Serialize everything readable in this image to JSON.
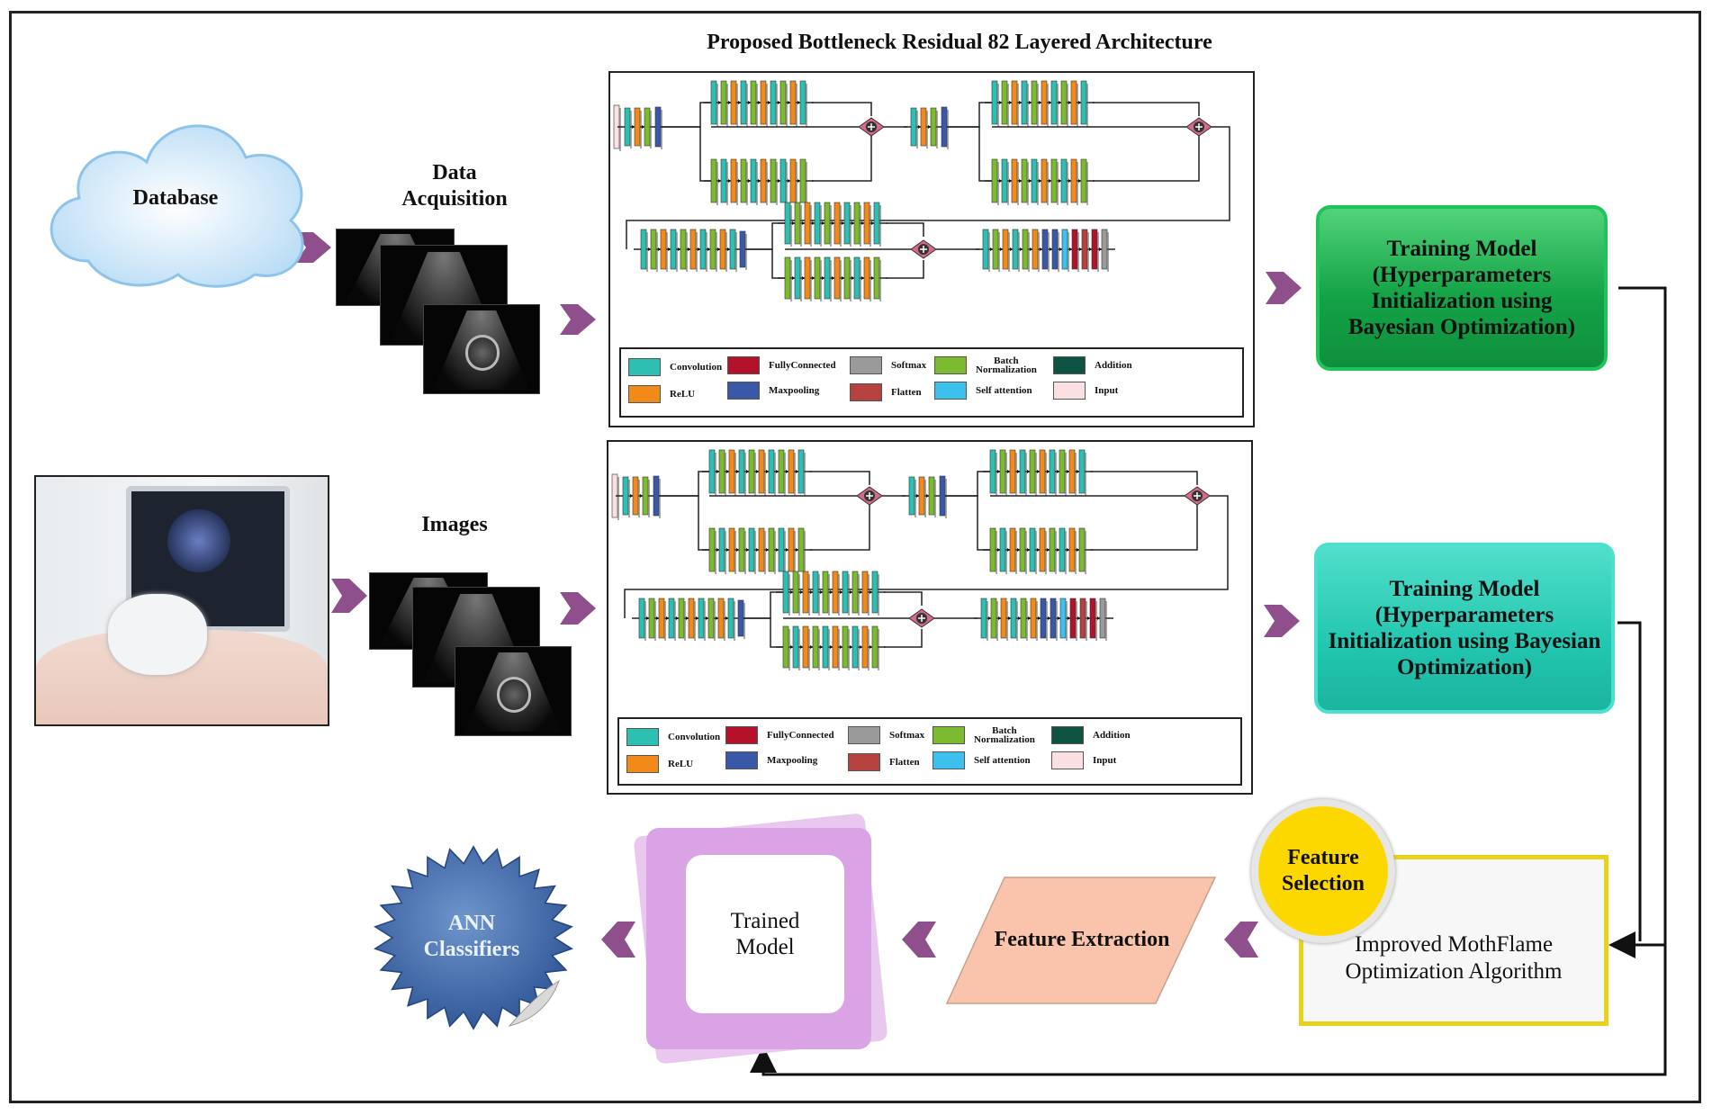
{
  "title": "Proposed Bottleneck Residual 82 Layered Architecture",
  "inputs": {
    "database": "Database",
    "data_acquisition": "Data\nAcquisition",
    "images": "Images"
  },
  "legend": [
    {
      "label": "Convolution",
      "color": "#2cbfb2"
    },
    {
      "label": "ReLU",
      "color": "#f28a1a"
    },
    {
      "label": "FullyConnected",
      "color": "#b3122a"
    },
    {
      "label": "Maxpooling",
      "color": "#3a58a8"
    },
    {
      "label": "Softmax",
      "color": "#9a9a9a"
    },
    {
      "label": "Flatten",
      "color": "#b5423e"
    },
    {
      "label": "Batch\nNormalization",
      "color": "#7cbb30"
    },
    {
      "label": "Self attention",
      "color": "#3cc0ee"
    },
    {
      "label": "Addition",
      "color": "#0d5243"
    },
    {
      "label": "Input",
      "color": "#fbe0e2"
    }
  ],
  "training_top": {
    "text": "Training Model\n(Hyperparameters\nInitialization using\nBayesian Optimization)",
    "color": "#1aaa4e"
  },
  "training_bottom": {
    "text": "Training Model\n(Hyperparameters\nInitialization using Bayesian\nOptimization)",
    "color": "#22c6b0"
  },
  "feature_selection": "Feature\nSelection",
  "mothflame": "Improved MothFlame\nOptimization Algorithm",
  "feature_extraction": "Feature Extraction",
  "trained_model": "Trained\nModel",
  "ann": "ANN\nClassifiers",
  "arrow_color": "#8e4f8c"
}
